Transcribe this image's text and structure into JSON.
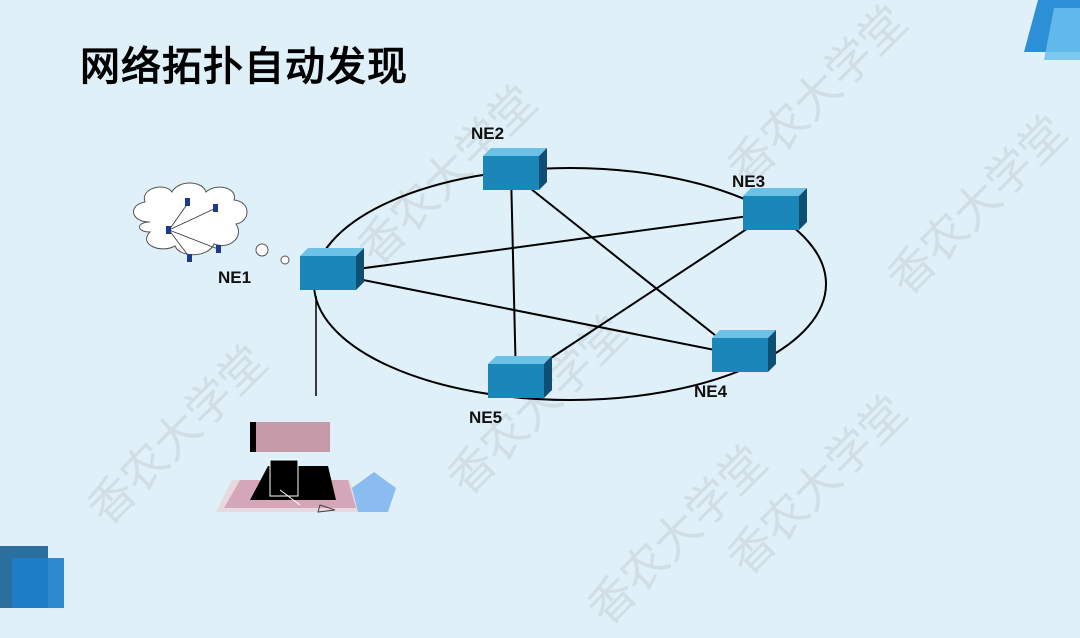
{
  "slide": {
    "title": "网络拓扑自动发现",
    "watermark": "香农大学堂"
  },
  "nodes": [
    {
      "id": "NE1",
      "label": "NE1"
    },
    {
      "id": "NE2",
      "label": "NE2"
    },
    {
      "id": "NE3",
      "label": "NE3"
    },
    {
      "id": "NE4",
      "label": "NE4"
    },
    {
      "id": "NE5",
      "label": "NE5"
    }
  ],
  "links": [
    [
      "NE1",
      "NE3"
    ],
    [
      "NE1",
      "NE4"
    ],
    [
      "NE2",
      "NE4"
    ],
    [
      "NE2",
      "NE5"
    ],
    [
      "NE3",
      "NE5"
    ]
  ],
  "colors": {
    "background": "#dff0f9",
    "switch_front": "#1b86b8",
    "switch_top": "#6cc2e6",
    "switch_side": "#0e4f73",
    "accent_blue": "#2d8fd5",
    "dark_corner": "#1d4f7a",
    "pink": "#c89aa8",
    "pentagon": "#7fb6ec"
  }
}
